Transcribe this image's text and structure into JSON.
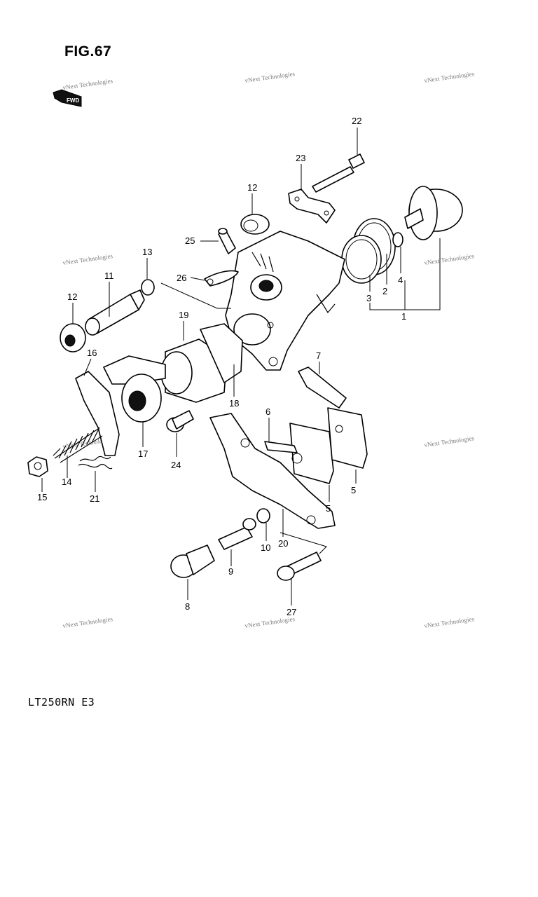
{
  "figure": {
    "title": "FIG.67",
    "model_code": "LT250RN E3"
  },
  "fwd_badge": "FWD",
  "watermark": {
    "text": "vNext Technologies"
  },
  "callouts": [
    "1",
    "2",
    "3",
    "4",
    "5",
    "5",
    "6",
    "7",
    "8",
    "9",
    "10",
    "11",
    "12",
    "12",
    "13",
    "14",
    "15",
    "16",
    "17",
    "18",
    "19",
    "20",
    "21",
    "22",
    "23",
    "24",
    "25",
    "26",
    "27"
  ]
}
